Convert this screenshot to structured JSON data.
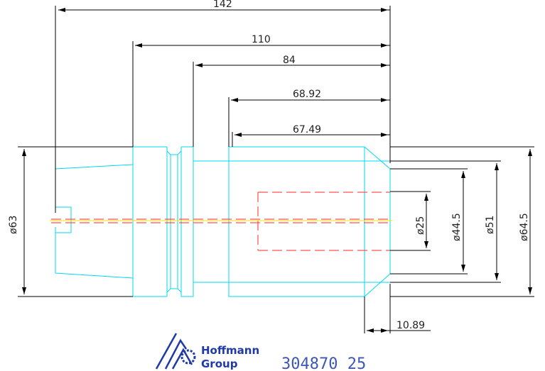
{
  "dimensions": {
    "overall_length": "142",
    "length_110": "110",
    "length_84": "84",
    "length_68_92": "68.92",
    "length_67_49": "67.49",
    "chamfer_length": "10.89",
    "dia_63": "ø63",
    "dia_25": "ø25",
    "dia_44_5": "ø44.5",
    "dia_51": "ø51",
    "dia_64_5": "ø64.5"
  },
  "footer": {
    "brand_line1": "Hoffmann",
    "brand_line2": "Group",
    "part_number": "304870  25"
  },
  "colors": {
    "outline": "#00d8ee",
    "dimension": "#000000",
    "hidden_line": "#ff2a2a",
    "center_line": "#ffe000",
    "brand": "#1f3aa6"
  }
}
